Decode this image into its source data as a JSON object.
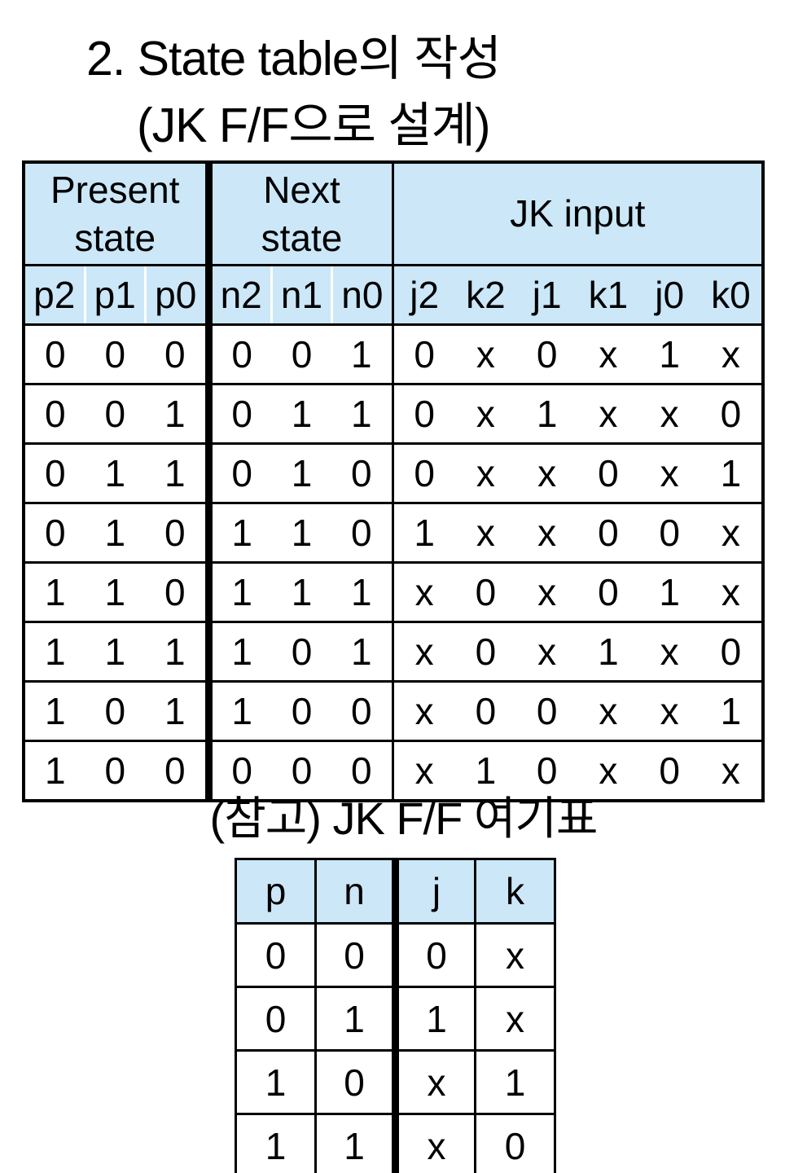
{
  "page": {
    "title_line1": "2. State table의 작성",
    "title_line2": "(JK F/F으로 설계)",
    "ref_title": "(참고) JK F/F 여기표"
  },
  "colors": {
    "header_bg": "#cbe7f8",
    "border": "#000000"
  },
  "main_table": {
    "group_headers": [
      "Present\nstate",
      "Next\nstate",
      "JK input"
    ],
    "sub_headers": [
      "p2",
      "p1",
      "p0",
      "n2",
      "n1",
      "n0",
      "j2",
      "k2",
      "j1",
      "k1",
      "j0",
      "k0"
    ],
    "rows": [
      [
        "0",
        "0",
        "0",
        "0",
        "0",
        "1",
        "0",
        "x",
        "0",
        "x",
        "1",
        "x"
      ],
      [
        "0",
        "0",
        "1",
        "0",
        "1",
        "1",
        "0",
        "x",
        "1",
        "x",
        "x",
        "0"
      ],
      [
        "0",
        "1",
        "1",
        "0",
        "1",
        "0",
        "0",
        "x",
        "x",
        "0",
        "x",
        "1"
      ],
      [
        "0",
        "1",
        "0",
        "1",
        "1",
        "0",
        "1",
        "x",
        "x",
        "0",
        "0",
        "x"
      ],
      [
        "1",
        "1",
        "0",
        "1",
        "1",
        "1",
        "x",
        "0",
        "x",
        "0",
        "1",
        "x"
      ],
      [
        "1",
        "1",
        "1",
        "1",
        "0",
        "1",
        "x",
        "0",
        "x",
        "1",
        "x",
        "0"
      ],
      [
        "1",
        "0",
        "1",
        "1",
        "0",
        "0",
        "x",
        "0",
        "0",
        "x",
        "x",
        "1"
      ],
      [
        "1",
        "0",
        "0",
        "0",
        "0",
        "0",
        "x",
        "1",
        "0",
        "x",
        "0",
        "x"
      ]
    ]
  },
  "ref_table": {
    "headers": [
      "p",
      "n",
      "j",
      "k"
    ],
    "rows": [
      [
        "0",
        "0",
        "0",
        "x"
      ],
      [
        "0",
        "1",
        "1",
        "x"
      ],
      [
        "1",
        "0",
        "x",
        "1"
      ],
      [
        "1",
        "1",
        "x",
        "0"
      ]
    ]
  }
}
